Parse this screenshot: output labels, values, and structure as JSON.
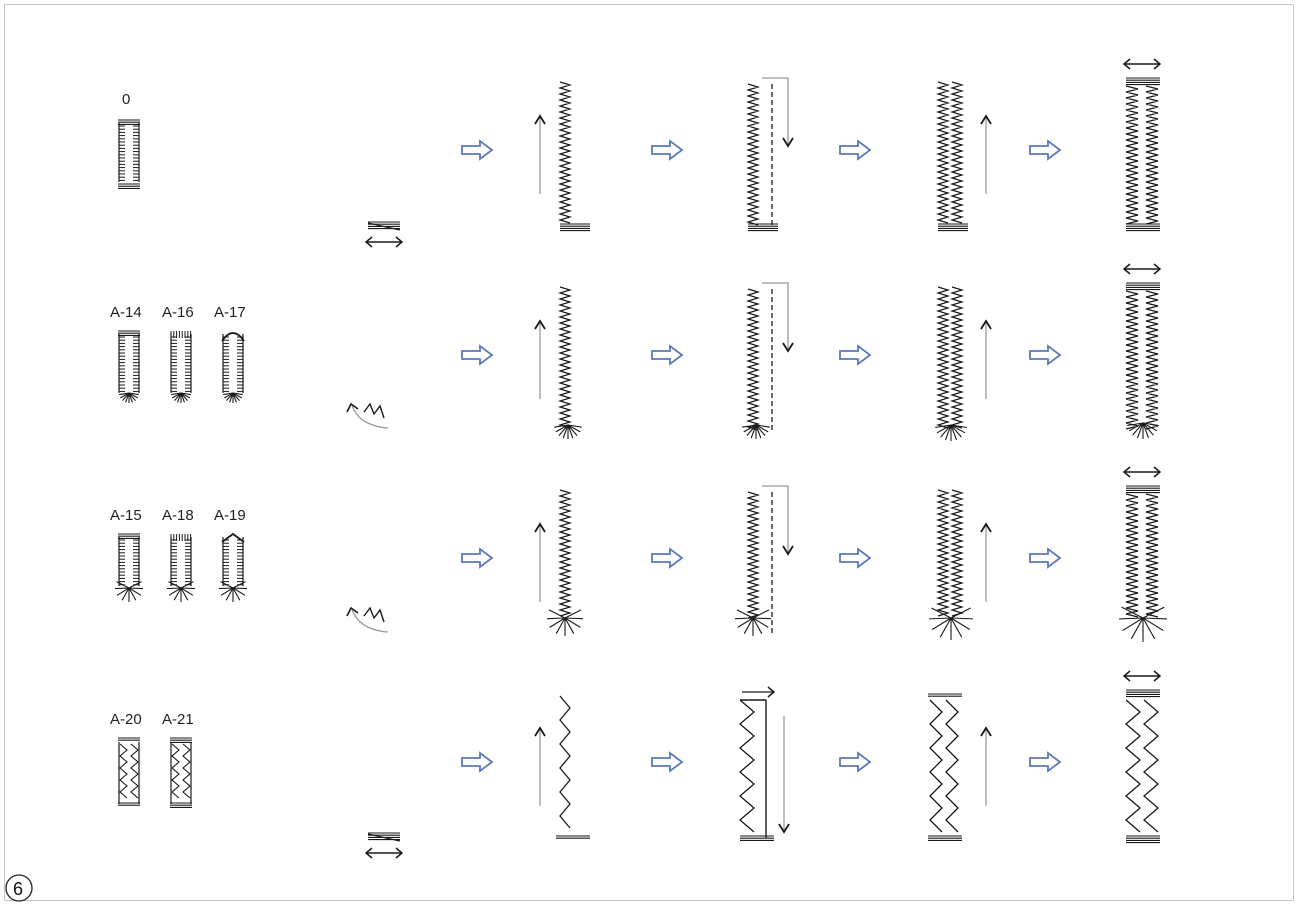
{
  "page_number": "6",
  "rows": [
    {
      "id": "row-1",
      "patterns": [
        "0"
      ],
      "pattern_style": [
        "bar"
      ],
      "foot_symbol": "straight",
      "style": "satin"
    },
    {
      "id": "row-2",
      "patterns": [
        "A-14",
        "A-16",
        "A-17"
      ],
      "pattern_style": [
        "round",
        "round-bar",
        "oval"
      ],
      "foot_symbol": "curved",
      "style": "satin-round"
    },
    {
      "id": "row-3",
      "patterns": [
        "A-15",
        "A-18",
        "A-19"
      ],
      "pattern_style": [
        "keyhole",
        "keyhole-bar",
        "keyhole-point"
      ],
      "foot_symbol": "curved",
      "style": "satin-keyhole"
    },
    {
      "id": "row-4",
      "patterns": [
        "A-20",
        "A-21"
      ],
      "pattern_style": [
        "stretch",
        "stretch-dense"
      ],
      "foot_symbol": "straight",
      "style": "stretch"
    }
  ],
  "colors": {
    "step_arrow": "#5b78b8",
    "stitch": "#1a1a1a",
    "guide": "#9a9a9a",
    "frame": "#c8c8c8"
  },
  "icons": [
    "step-arrow-icon",
    "stitch-direction-arrow-icon",
    "presser-foot-straight-icon",
    "presser-foot-curved-icon",
    "width-arrow-icon"
  ]
}
